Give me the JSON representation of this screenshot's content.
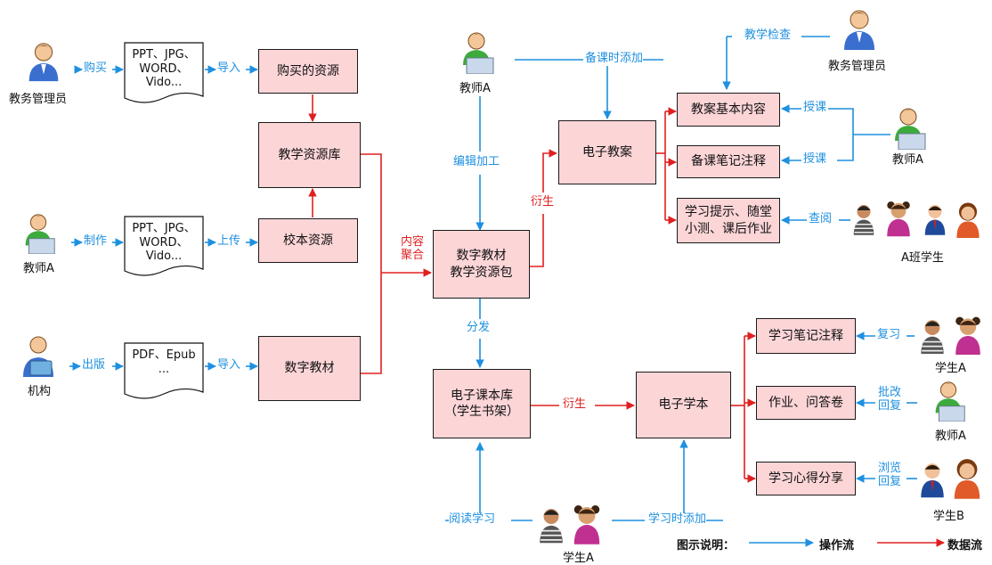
{
  "colors": {
    "operation": "#1e90e0",
    "data": "#e02020",
    "box_fill": "#fcd5d7"
  },
  "actors": {
    "admin_left": "教务管理员",
    "teacher_left": "教师A",
    "institution": "机构",
    "teacher_top": "教师A",
    "admin_right": "教务管理员",
    "teacher_right": "教师A",
    "class_students": "A班学生",
    "student_a_right": "学生A",
    "teacher_right2": "教师A",
    "student_b": "学生B",
    "student_a_bottom": "学生A"
  },
  "docs": {
    "purchased": "PPT、JPG、\nWORD、\nVido...",
    "made": "PPT、JPG、\nWORD、\nVido...",
    "published": "PDF、Epub\n..."
  },
  "boxes": {
    "purchased_resources": "购买的资源",
    "resource_library": "教学资源库",
    "school_resources": "校本资源",
    "digital_textbook": "数字教材",
    "digital_package": "数字教材\n教学资源包",
    "e_lesson_plan": "电子教案",
    "e_textbook_library": "电子课本库\n（学生书架）",
    "e_study_book": "电子学本",
    "plan_basic": "教案基本内容",
    "plan_notes": "备课笔记注释",
    "plan_tips": "学习提示、随堂\n小测、课后作业",
    "study_notes": "学习笔记注释",
    "homework": "作业、问答卷",
    "study_share": "学习心得分享"
  },
  "labels": {
    "buy": "购买",
    "import1": "导入",
    "make": "制作",
    "upload": "上传",
    "publish": "出版",
    "import2": "导入",
    "content_aggregate": "内容\n聚合",
    "edit_process": "编辑加工",
    "add_prep": "备课时添加",
    "derive1": "衍生",
    "teach_check": "教学检查",
    "teach1": "授课",
    "teach2": "授课",
    "review_look": "查阅",
    "distribute": "分发",
    "derive2": "衍生",
    "review": "复习",
    "correct_reply": "批改\n回复",
    "browse_reply": "浏览\n回复",
    "read_study": "阅读学习",
    "add_study": "学习时添加"
  },
  "legend": {
    "title": "图示说明：",
    "operation_flow": "操作流",
    "data_flow": "数据流"
  }
}
